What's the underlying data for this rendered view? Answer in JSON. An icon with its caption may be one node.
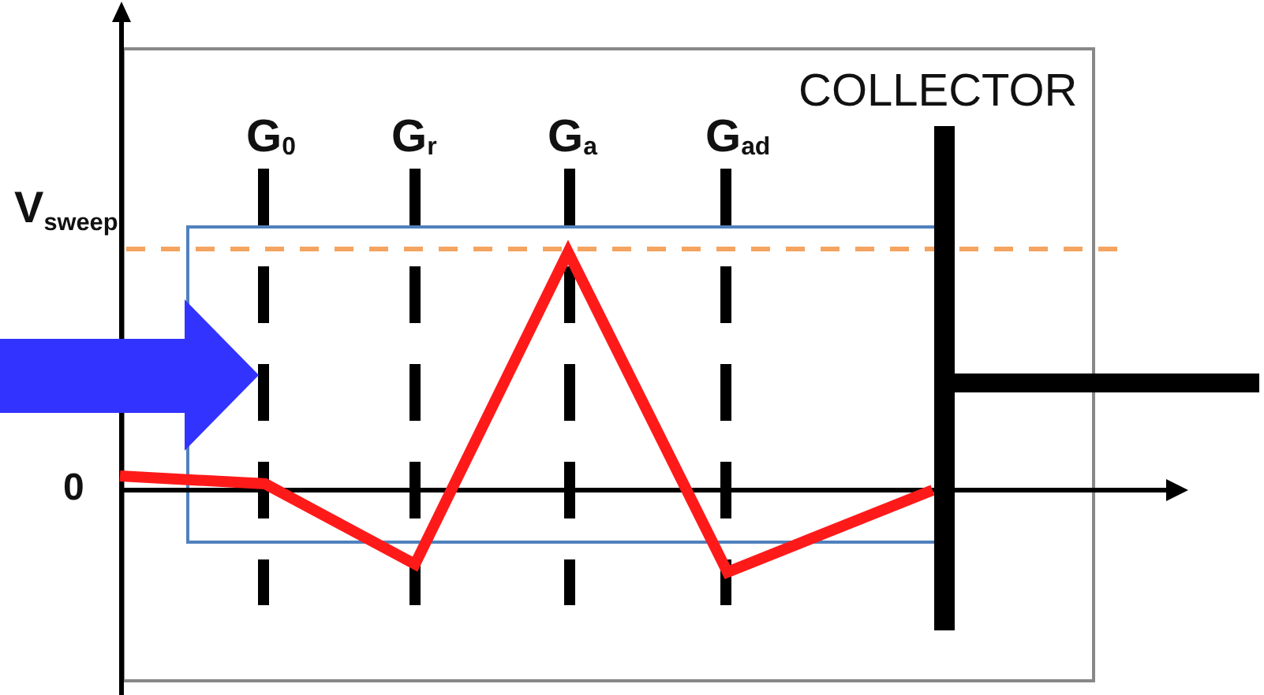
{
  "diagram": {
    "labels": [
      "G$_{0}$",
      "G$_{r}$",
      "G$_{a}$",
      "G$_{ad}$",
      "COLLECTOR",
      "V$_{sweep}$",
      "0"
    ]
  }
}
